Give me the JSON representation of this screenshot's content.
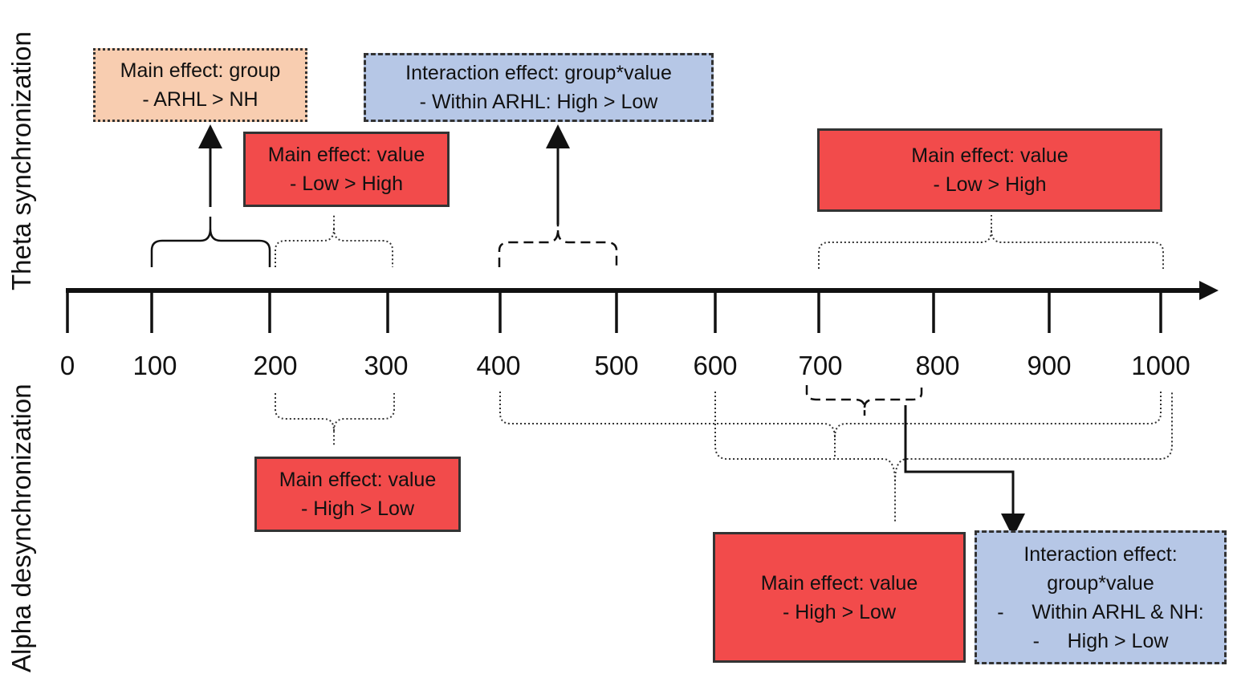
{
  "axis": {
    "top_label": "Theta synchronization",
    "bottom_label": "Alpha desynchronization",
    "ticks": [
      "0",
      "100",
      "200",
      "300",
      "400",
      "500",
      "600",
      "700",
      "800",
      "900",
      "1000"
    ]
  },
  "boxes": {
    "theta_group": {
      "line1": "Main effect: group",
      "line2": "- ARHL > NH"
    },
    "theta_value_early": {
      "line1": "Main effect: value",
      "line2": "- Low > High"
    },
    "theta_interaction": {
      "line1": "Interaction effect: group*value",
      "line2": "- Within ARHL: High > Low"
    },
    "theta_value_late": {
      "line1": "Main effect: value",
      "line2": "- Low > High"
    },
    "alpha_value_early": {
      "line1": "Main effect: value",
      "line2": "- High > Low"
    },
    "alpha_value_late": {
      "line1": "Main effect: value",
      "line2": "- High > Low"
    },
    "alpha_interaction": {
      "line1": "Interaction effect:",
      "line2": "group*value",
      "line3": "-     Within ARHL & NH:",
      "line4": "-     High > Low"
    }
  },
  "colors": {
    "red": "#f24b4b",
    "blue": "#b6c7e6",
    "orange": "#f8cdb0",
    "line": "#111111"
  }
}
